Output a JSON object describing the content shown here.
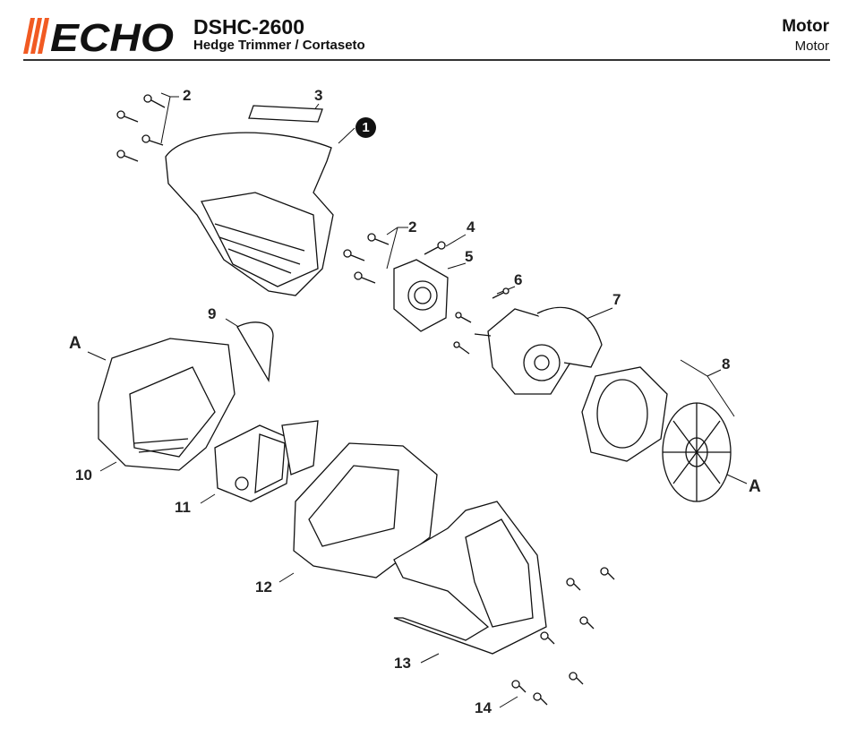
{
  "header": {
    "brand": "ECHO",
    "model": "DSHC-2600",
    "subtitle": "Hedge Trimmer / Cortaseto",
    "section_title": "Motor",
    "section_subtitle": "Motor"
  },
  "callouts": {
    "c1": "1",
    "c2a": "2",
    "c3": "3",
    "c2b": "2",
    "c4": "4",
    "c5": "5",
    "c6": "6",
    "c7": "7",
    "c8": "8",
    "c9": "9",
    "c10": "10",
    "c11": "11",
    "c12": "12",
    "c13": "13",
    "c14": "14",
    "refA1": "A",
    "refA2": "A"
  },
  "colors": {
    "brand_orange": "#f15a22",
    "ink": "#111111"
  }
}
